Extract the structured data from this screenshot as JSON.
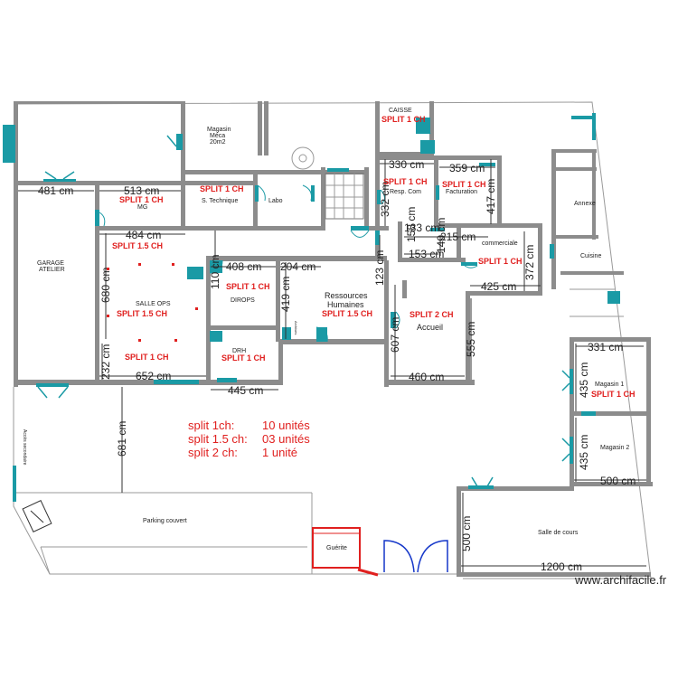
{
  "rooms": {
    "caisse": "CAISSE",
    "magasin_meca": [
      "Magasin",
      "Méca",
      "20m2"
    ],
    "labo": "Labo",
    "s_technique": "S. Technique",
    "mg": "MG",
    "resp_com": "Resp. Com",
    "facturation": "Facturation",
    "commerciale": "commerciale",
    "garage": [
      "GARAGE",
      "ATELIER"
    ],
    "salle_ops": "SALLE OPS",
    "dirops": "DIROPS",
    "ressources_humaines": [
      "Ressources",
      "Humaines"
    ],
    "accueil": "Accueil",
    "drh": "DRH",
    "annexe": "Annexe",
    "cuisine": "Cuisine",
    "magasin1": "Magasin 1",
    "magasin2": "Magasin 2",
    "salle_de_cours": "Salle de cours",
    "parking": "Parking couvert",
    "guerite": "Guérite",
    "acces_secondaire": "Accès secondaire",
    "small_rot": "Archives"
  },
  "splits": {
    "caisse": "SPLIT 1 CH",
    "s_technique": "SPLIT 1 CH",
    "mg": "SPLIT 1 CH",
    "resp_com": "SPLIT 1 CH",
    "facturation": "SPLIT 1 CH",
    "commerciale": "SPLIT 1 CH",
    "garage_top": "SPLIT 1.5 CH",
    "salle_ops": "SPLIT 1.5 CH",
    "garage_bottom": "SPLIT 1 CH",
    "dirops": "SPLIT 1 CH",
    "ressources_humaines": "SPLIT 1.5 CH",
    "accueil": "SPLIT 2 CH",
    "drh": "SPLIT 1 CH",
    "magasin1": "SPLIT 1 CH"
  },
  "dimensions": {
    "d481": "481 cm",
    "d513": "513 cm",
    "d330": "330 cm",
    "d359": "359 cm",
    "d332": "332 cm",
    "d417": "417 cm",
    "d484": "484 cm",
    "d680": "680 cm",
    "d110": "110 cm",
    "d408": "408 cm",
    "d204": "204 cm",
    "d419": "419 cm",
    "d123": "123 cm",
    "d372": "372 cm",
    "d425": "425 cm",
    "d607": "607 cm",
    "d555": "555 cm",
    "d460": "460 cm",
    "d232": "232 cm",
    "d652": "652 cm",
    "d445": "445 cm",
    "d681": "681 cm",
    "d331": "331 cm",
    "d435a": "435 cm",
    "d435b": "435 cm",
    "d500h": "500 cm",
    "d500v": "500 cm",
    "d1200": "1200 cm",
    "d133": "133 cm",
    "d153": "153 cm",
    "d215": "215 cm",
    "d140": "140 cm",
    "d158": "158 cm"
  },
  "legend": {
    "line1_label": "split 1ch:",
    "line1_value": "10 unités",
    "line2_label": "split 1.5 ch:",
    "line2_value": "03 unités",
    "line3_label": "split 2 ch:",
    "line3_value": "1 unité"
  },
  "watermark": "www.archifacile.fr",
  "colors": {
    "wall": "#8c8c8c",
    "split_label": "#e0201f",
    "door": "#1a9aa5",
    "gate": "#1537c9"
  }
}
